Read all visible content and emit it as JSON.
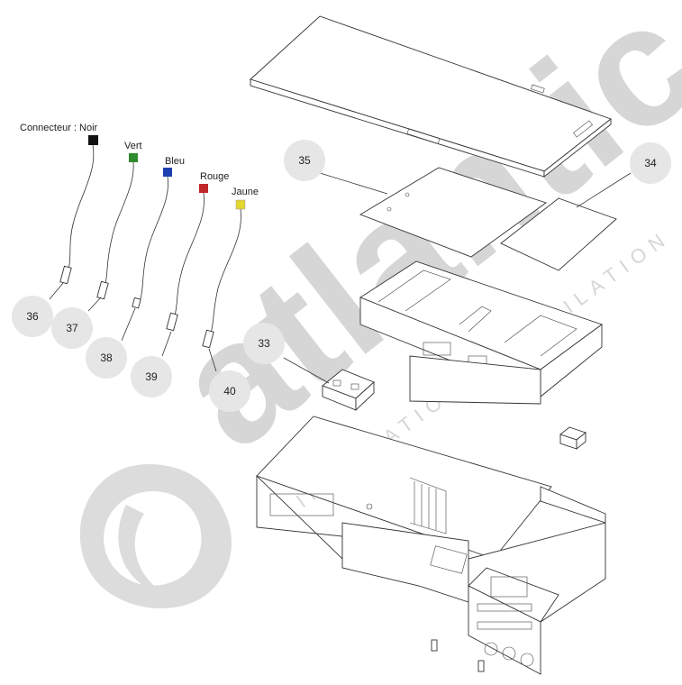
{
  "watermark": {
    "brand": "atlantic",
    "tagline": "CLIMATISATION & VENTILATION"
  },
  "connectors": [
    {
      "label": "Connecteur : Noir",
      "color": "#111111"
    },
    {
      "label": "Vert",
      "color": "#2e8b2e"
    },
    {
      "label": "Bleu",
      "color": "#1f3fb0"
    },
    {
      "label": "Rouge",
      "color": "#c0282a"
    },
    {
      "label": "Jaune",
      "color": "#e2d630"
    }
  ],
  "callouts": [
    "36",
    "37",
    "38",
    "39",
    "40",
    "33",
    "35",
    "34"
  ]
}
